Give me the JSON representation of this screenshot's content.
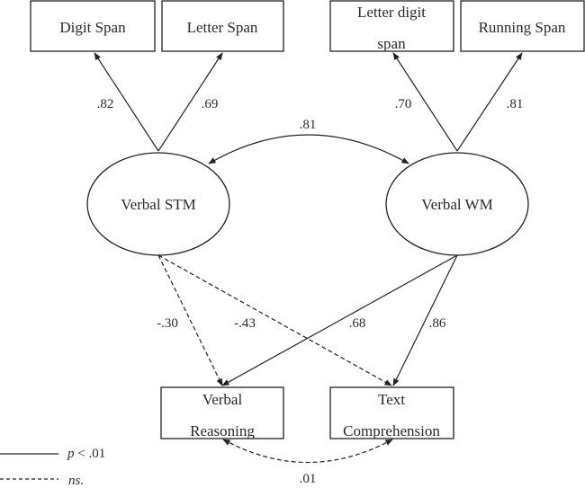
{
  "diagram": {
    "type": "structural-equation-model",
    "observed_top": [
      {
        "id": "digit_span",
        "label": "Digit Span"
      },
      {
        "id": "letter_span",
        "label": "Letter Span"
      },
      {
        "id": "letter_digit_span",
        "label_line1": "Letter digit",
        "label_line2": "span"
      },
      {
        "id": "running_span",
        "label": "Running Span"
      }
    ],
    "latent": [
      {
        "id": "verbal_stm",
        "label": "Verbal STM"
      },
      {
        "id": "verbal_wm",
        "label": "Verbal WM"
      }
    ],
    "outcomes": [
      {
        "id": "verbal_reasoning",
        "label_line1": "Verbal",
        "label_line2": "Reasoning"
      },
      {
        "id": "text_comprehension",
        "label_line1": "Text",
        "label_line2": "Comprehension"
      }
    ],
    "paths": [
      {
        "from": "verbal_stm",
        "to": "digit_span",
        "coef": ".82",
        "significant": true
      },
      {
        "from": "verbal_stm",
        "to": "letter_span",
        "coef": ".69",
        "significant": true
      },
      {
        "from": "verbal_wm",
        "to": "letter_digit_span",
        "coef": ".70",
        "significant": true
      },
      {
        "from": "verbal_wm",
        "to": "running_span",
        "coef": ".81",
        "significant": true
      },
      {
        "from": "verbal_stm",
        "to": "verbal_wm",
        "coef": ".81",
        "significant": true,
        "bidirectional": true
      },
      {
        "from": "verbal_stm",
        "to": "verbal_reasoning",
        "coef": "-.30",
        "significant": false
      },
      {
        "from": "verbal_stm",
        "to": "text_comprehension",
        "coef": "-.43",
        "significant": false
      },
      {
        "from": "verbal_wm",
        "to": "verbal_reasoning",
        "coef": ".68",
        "significant": true
      },
      {
        "from": "verbal_wm",
        "to": "text_comprehension",
        "coef": ".86",
        "significant": true
      },
      {
        "from": "verbal_reasoning",
        "to": "text_comprehension",
        "coef": ".01",
        "significant": false,
        "bidirectional": true
      }
    ],
    "legend": {
      "solid_label_p": "p",
      "solid_label_rest": " < .01",
      "dashed_label": "ns."
    }
  }
}
